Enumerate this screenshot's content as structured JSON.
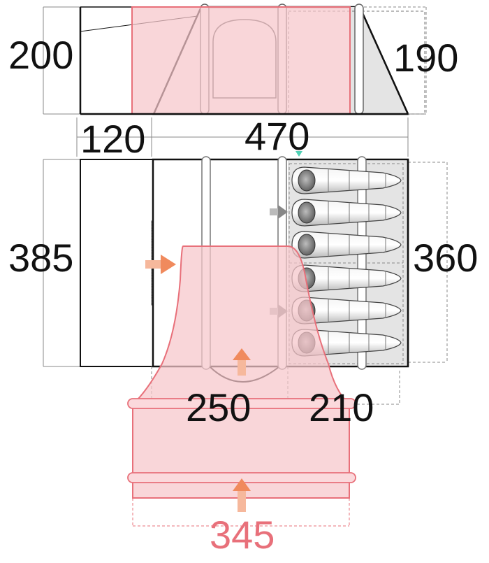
{
  "diagram": {
    "dimensions": {
      "side_height_left": "200",
      "side_height_right": "190",
      "porch_width": "120",
      "inner_width": "470",
      "plan_depth_left": "385",
      "plan_depth_right": "360",
      "living_width": "250",
      "bedroom_width": "210",
      "extension_width": "345"
    },
    "sleeping_bag_count": 6,
    "colors": {
      "extension_fill": "#f7c6cb",
      "extension_stroke": "#e8707a",
      "arrow_orange": "#f08a5d",
      "arrow_grey": "#999999",
      "bedroom_fill": "#e4e4e4",
      "accent_teal": "#4fd1b5"
    }
  }
}
